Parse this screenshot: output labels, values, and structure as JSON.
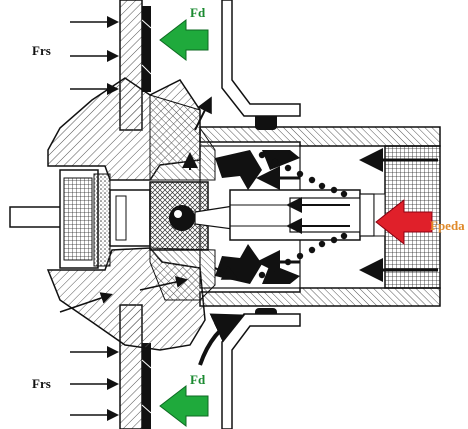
{
  "labels": {
    "frs_top": "Frs",
    "frs_bottom": "Frs",
    "fd_top": "Fd",
    "fd_bottom": "Fd",
    "fpedal": "Fpeda"
  },
  "colors": {
    "fd_arrow": "#1faa3c",
    "fd_text": "#1a8a30",
    "fpedal_arrow": "#e0202a",
    "fpedal_text": "#e08a2a",
    "ink": "#111111",
    "hatch": "#555555"
  },
  "icons": {
    "fd_arrow": "arrow-left-icon",
    "fpedal_arrow": "arrow-left-icon",
    "frs_arrows": "arrow-right-icon"
  }
}
